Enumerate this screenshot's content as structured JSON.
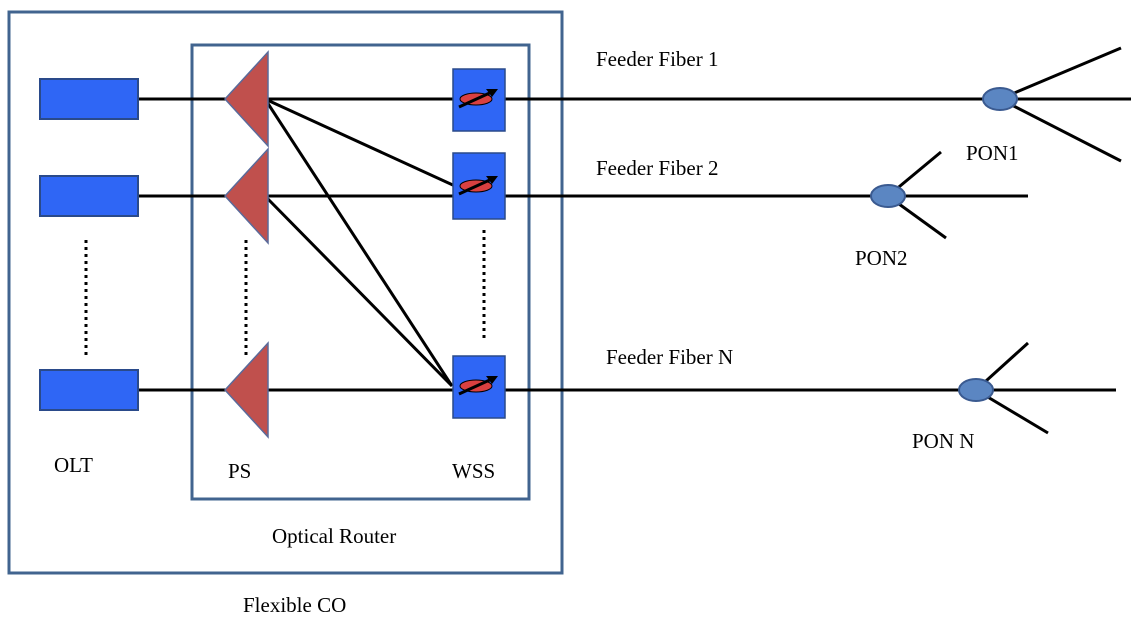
{
  "colors": {
    "frame": "#41648f",
    "olt_fill": "#2f66f5",
    "olt_stroke": "#2a4a8a",
    "splitter_fill": "#c0504d",
    "splitter_stroke": "#5a6a9a",
    "wss_fill": "#2f66f5",
    "wss_inner": "#d94040",
    "pon_fill": "#5b86c2",
    "pon_stroke": "#3a5a90",
    "line": "#000000"
  },
  "labels": {
    "olt": "OLT",
    "ps": "PS",
    "wss": "WSS",
    "optical_router": "Optical Router",
    "flexible_co": "Flexible CO",
    "feeder_fiber_1": "Feeder Fiber 1",
    "feeder_fiber_2": "Feeder Fiber 2",
    "feeder_fiber_n": "Feeder Fiber N",
    "pon_1": "PON1",
    "pon_2": "PON2",
    "pon_n": "PON N"
  },
  "icons": {
    "olt": "olt-block",
    "splitter": "power-splitter-triangle",
    "wss": "wss-switch-icon",
    "pon": "pon-splitter-node"
  }
}
